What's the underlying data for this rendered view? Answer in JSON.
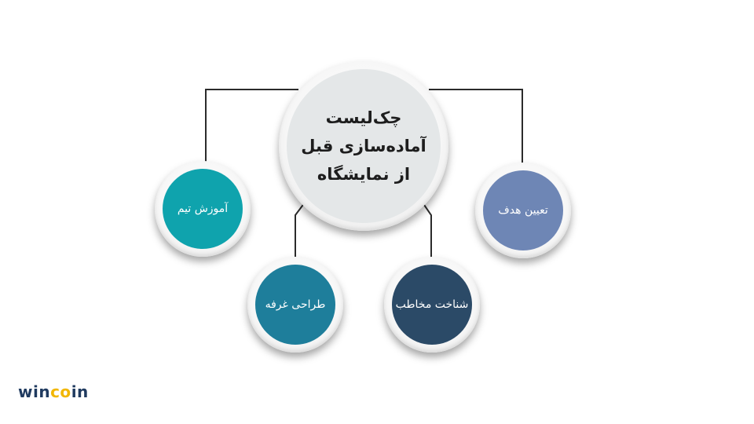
{
  "diagram": {
    "center": {
      "lines": [
        "چک‌لیست",
        "آماده‌سازی قبل",
        "از نمایشگاه"
      ]
    },
    "nodes": {
      "goal": {
        "label": "تعیین هدف",
        "color": "#6e86b5"
      },
      "audience": {
        "label": "شناخت مخاطب",
        "color": "#2b4a67"
      },
      "booth": {
        "label": "طراحی غرفه",
        "color": "#1e7e9b"
      },
      "training": {
        "label": "آموزش تیم",
        "color": "#0fa3ad"
      }
    }
  },
  "brand": {
    "prefix": "win",
    "middle": "co",
    "suffix": "in"
  }
}
